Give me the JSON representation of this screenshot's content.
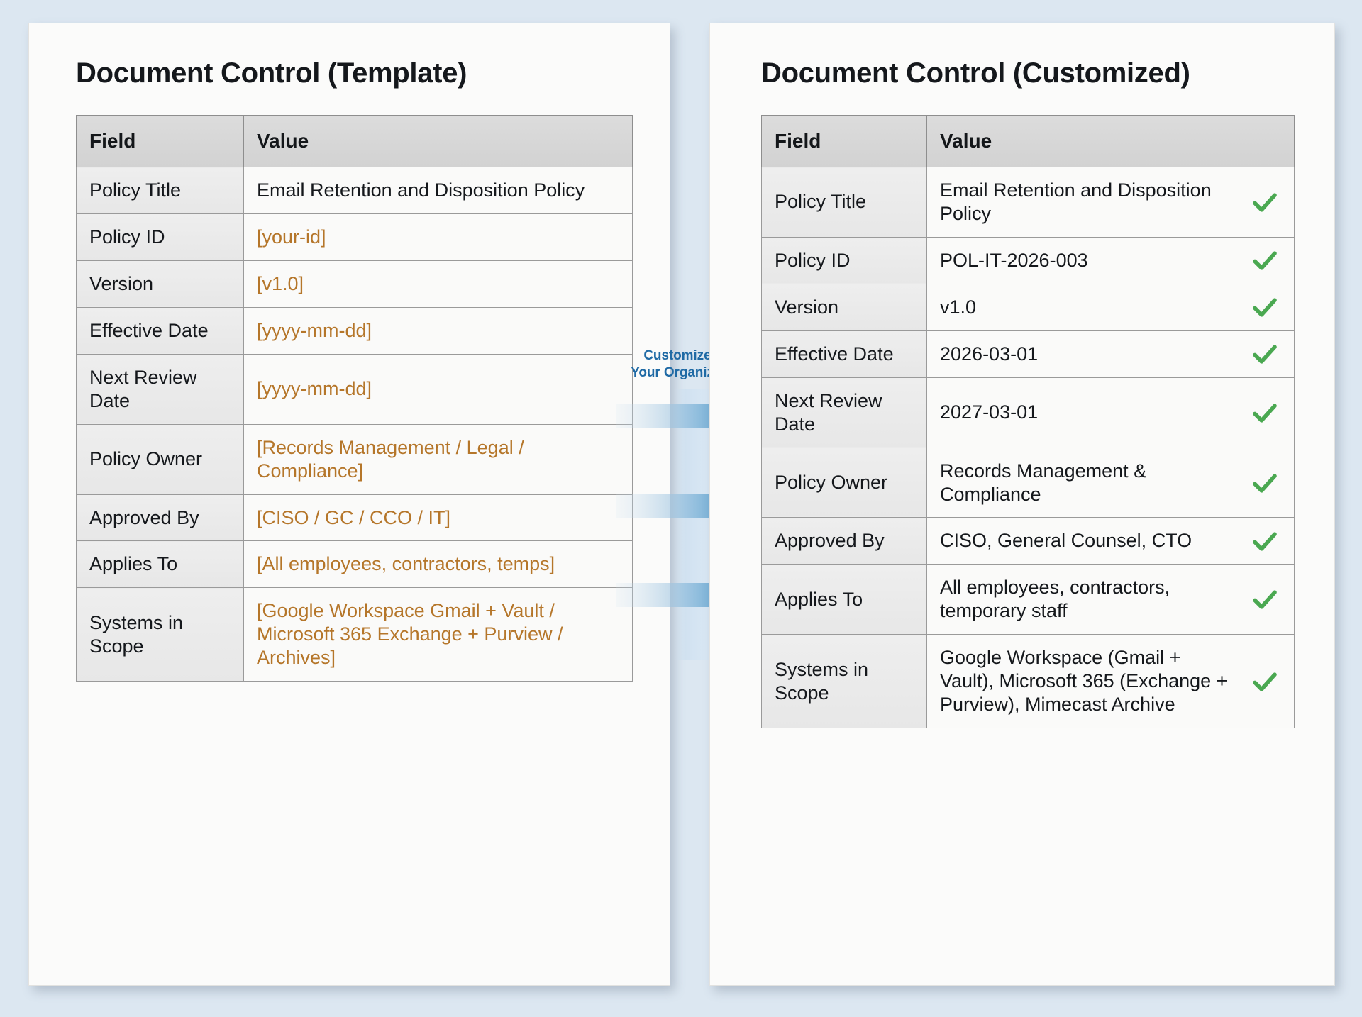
{
  "theme": {
    "background": "#dce7f1",
    "card_background": "#fbfbfa",
    "placeholder_color": "#b5762a",
    "accent_blue": "#1f6aa5",
    "check_green": "#4aa851",
    "header_gray": "#d6d6d6"
  },
  "left_panel": {
    "title": "Document Control (Template)",
    "columns": [
      "Field",
      "Value"
    ],
    "rows": [
      {
        "field": "Policy Title",
        "value": "Email Retention and Disposition Policy",
        "placeholder": false
      },
      {
        "field": "Policy ID",
        "value": "[your-id]",
        "placeholder": true
      },
      {
        "field": "Version",
        "value": "[v1.0]",
        "placeholder": true
      },
      {
        "field": "Effective Date",
        "value": "[yyyy-mm-dd]",
        "placeholder": true
      },
      {
        "field": "Next Review Date",
        "value": "[yyyy-mm-dd]",
        "placeholder": true
      },
      {
        "field": "Policy Owner",
        "value": "[Records Management / Legal / Compliance]",
        "placeholder": true
      },
      {
        "field": "Approved By",
        "value": "[CISO / GC / CCO / IT]",
        "placeholder": true
      },
      {
        "field": "Applies To",
        "value": "[All employees, contractors, temps]",
        "placeholder": true
      },
      {
        "field": "Systems in Scope",
        "value": "[Google Workspace Gmail + Vault / Microsoft 365 Exchange + Purview / Archives]",
        "placeholder": true
      }
    ]
  },
  "connector": {
    "label_line1": "Customize for",
    "label_line2": "Your Organization",
    "arrow_count": 3,
    "arrow_icon": "arrow-right-icon"
  },
  "right_panel": {
    "title": "Document Control (Customized)",
    "columns": [
      "Field",
      "Value"
    ],
    "check_icon": "check-icon",
    "rows": [
      {
        "field": "Policy Title",
        "value": "Email Retention and Disposition Policy",
        "checked": true
      },
      {
        "field": "Policy ID",
        "value": "POL-IT-2026-003",
        "checked": true
      },
      {
        "field": "Version",
        "value": "v1.0",
        "checked": true
      },
      {
        "field": "Effective Date",
        "value": "2026-03-01",
        "checked": true
      },
      {
        "field": "Next Review Date",
        "value": "2027-03-01",
        "checked": true
      },
      {
        "field": "Policy Owner",
        "value": "Records Management & Compliance",
        "checked": true
      },
      {
        "field": "Approved By",
        "value": "CISO, General Counsel, CTO",
        "checked": true
      },
      {
        "field": "Applies To",
        "value": "All employees, contractors, temporary staff",
        "checked": true
      },
      {
        "field": "Systems in Scope",
        "value": "Google Workspace (Gmail + Vault), Microsoft 365 (Exchange + Purview), Mimecast Archive",
        "checked": true
      }
    ]
  }
}
